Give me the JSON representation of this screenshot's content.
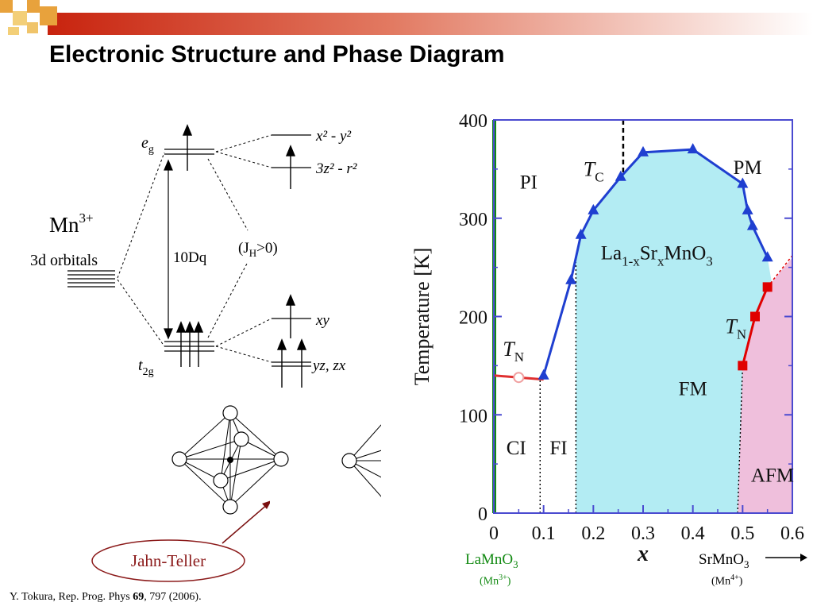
{
  "slide": {
    "title": "Electronic Structure and Phase Diagram",
    "reference": {
      "prefix": "Y. Tokura, Rep. Prog. Phys ",
      "volume": "69",
      "suffix": ", 797 (2006)."
    }
  },
  "orbital_diagram": {
    "ion": "Mn",
    "ion_charge": "3+",
    "orbitals_label": "3d orbitals",
    "eg": "e",
    "eg_sub": "g",
    "t2g": "t",
    "t2g_sub": "2g",
    "splitting": "10Dq",
    "hund": "(J",
    "hund_sub": "H",
    "hund_tail": ">0)",
    "level_x2y2": "x² - y²",
    "level_3z2r2": "3z² - r²",
    "level_xy": "xy",
    "level_yzzx": "yz, zx",
    "jahn_teller": "Jahn-Teller"
  },
  "chart_data": {
    "type": "scatter",
    "xlabel": "x",
    "ylabel": "Temperature [K]",
    "xlim": [
      0,
      0.6
    ],
    "ylim": [
      0,
      400
    ],
    "xticks": [
      "0",
      "0.1",
      "0.2",
      "0.3",
      "0.4",
      "0.5",
      "0.6"
    ],
    "yticks": [
      "0",
      "100",
      "200",
      "300",
      "400"
    ],
    "grid": false,
    "series": [
      {
        "name": "Tc",
        "color": "#1f3fd0",
        "marker": "triangle",
        "x": [
          0.1,
          0.155,
          0.175,
          0.2,
          0.255,
          0.3,
          0.4,
          0.5,
          0.51,
          0.52,
          0.55
        ],
        "y": [
          140,
          237,
          283,
          308,
          342,
          367,
          370,
          335,
          308,
          292,
          260
        ]
      },
      {
        "name": "TN (AFM)",
        "color": "#e00000",
        "marker": "square",
        "x": [
          0.5,
          0.525,
          0.55
        ],
        "y": [
          150,
          200,
          230
        ]
      },
      {
        "name": "TN (CI)",
        "color": "#e03030",
        "marker": "circle",
        "x": [
          0.0,
          0.05,
          0.1
        ],
        "y": [
          140,
          138,
          136
        ]
      }
    ],
    "regions": [
      "PI",
      "PM",
      "FM",
      "FI",
      "CI",
      "AFM"
    ],
    "compound_label": "La",
    "compound_sub1": "1-x",
    "compound_mid": "Sr",
    "compound_sub2": "x",
    "compound_tail": "MnO",
    "compound_sub3": "3",
    "tc_label": "T",
    "tc_sub": "C",
    "tn_label": "T",
    "tn_sub": "N",
    "colors": {
      "fm": "#b3ecf3",
      "afm": "#efbfdc",
      "lamno3": "#138a13"
    }
  },
  "endpoints": {
    "left_formula": "LaMnO",
    "left_sub": "3",
    "left_ion": "(Mn",
    "left_charge": "3+",
    "left_tail": ")",
    "right_formula": "SrMnO",
    "right_sub": "3",
    "right_ion": "(Mn",
    "right_charge": "4+",
    "right_tail": ")"
  }
}
